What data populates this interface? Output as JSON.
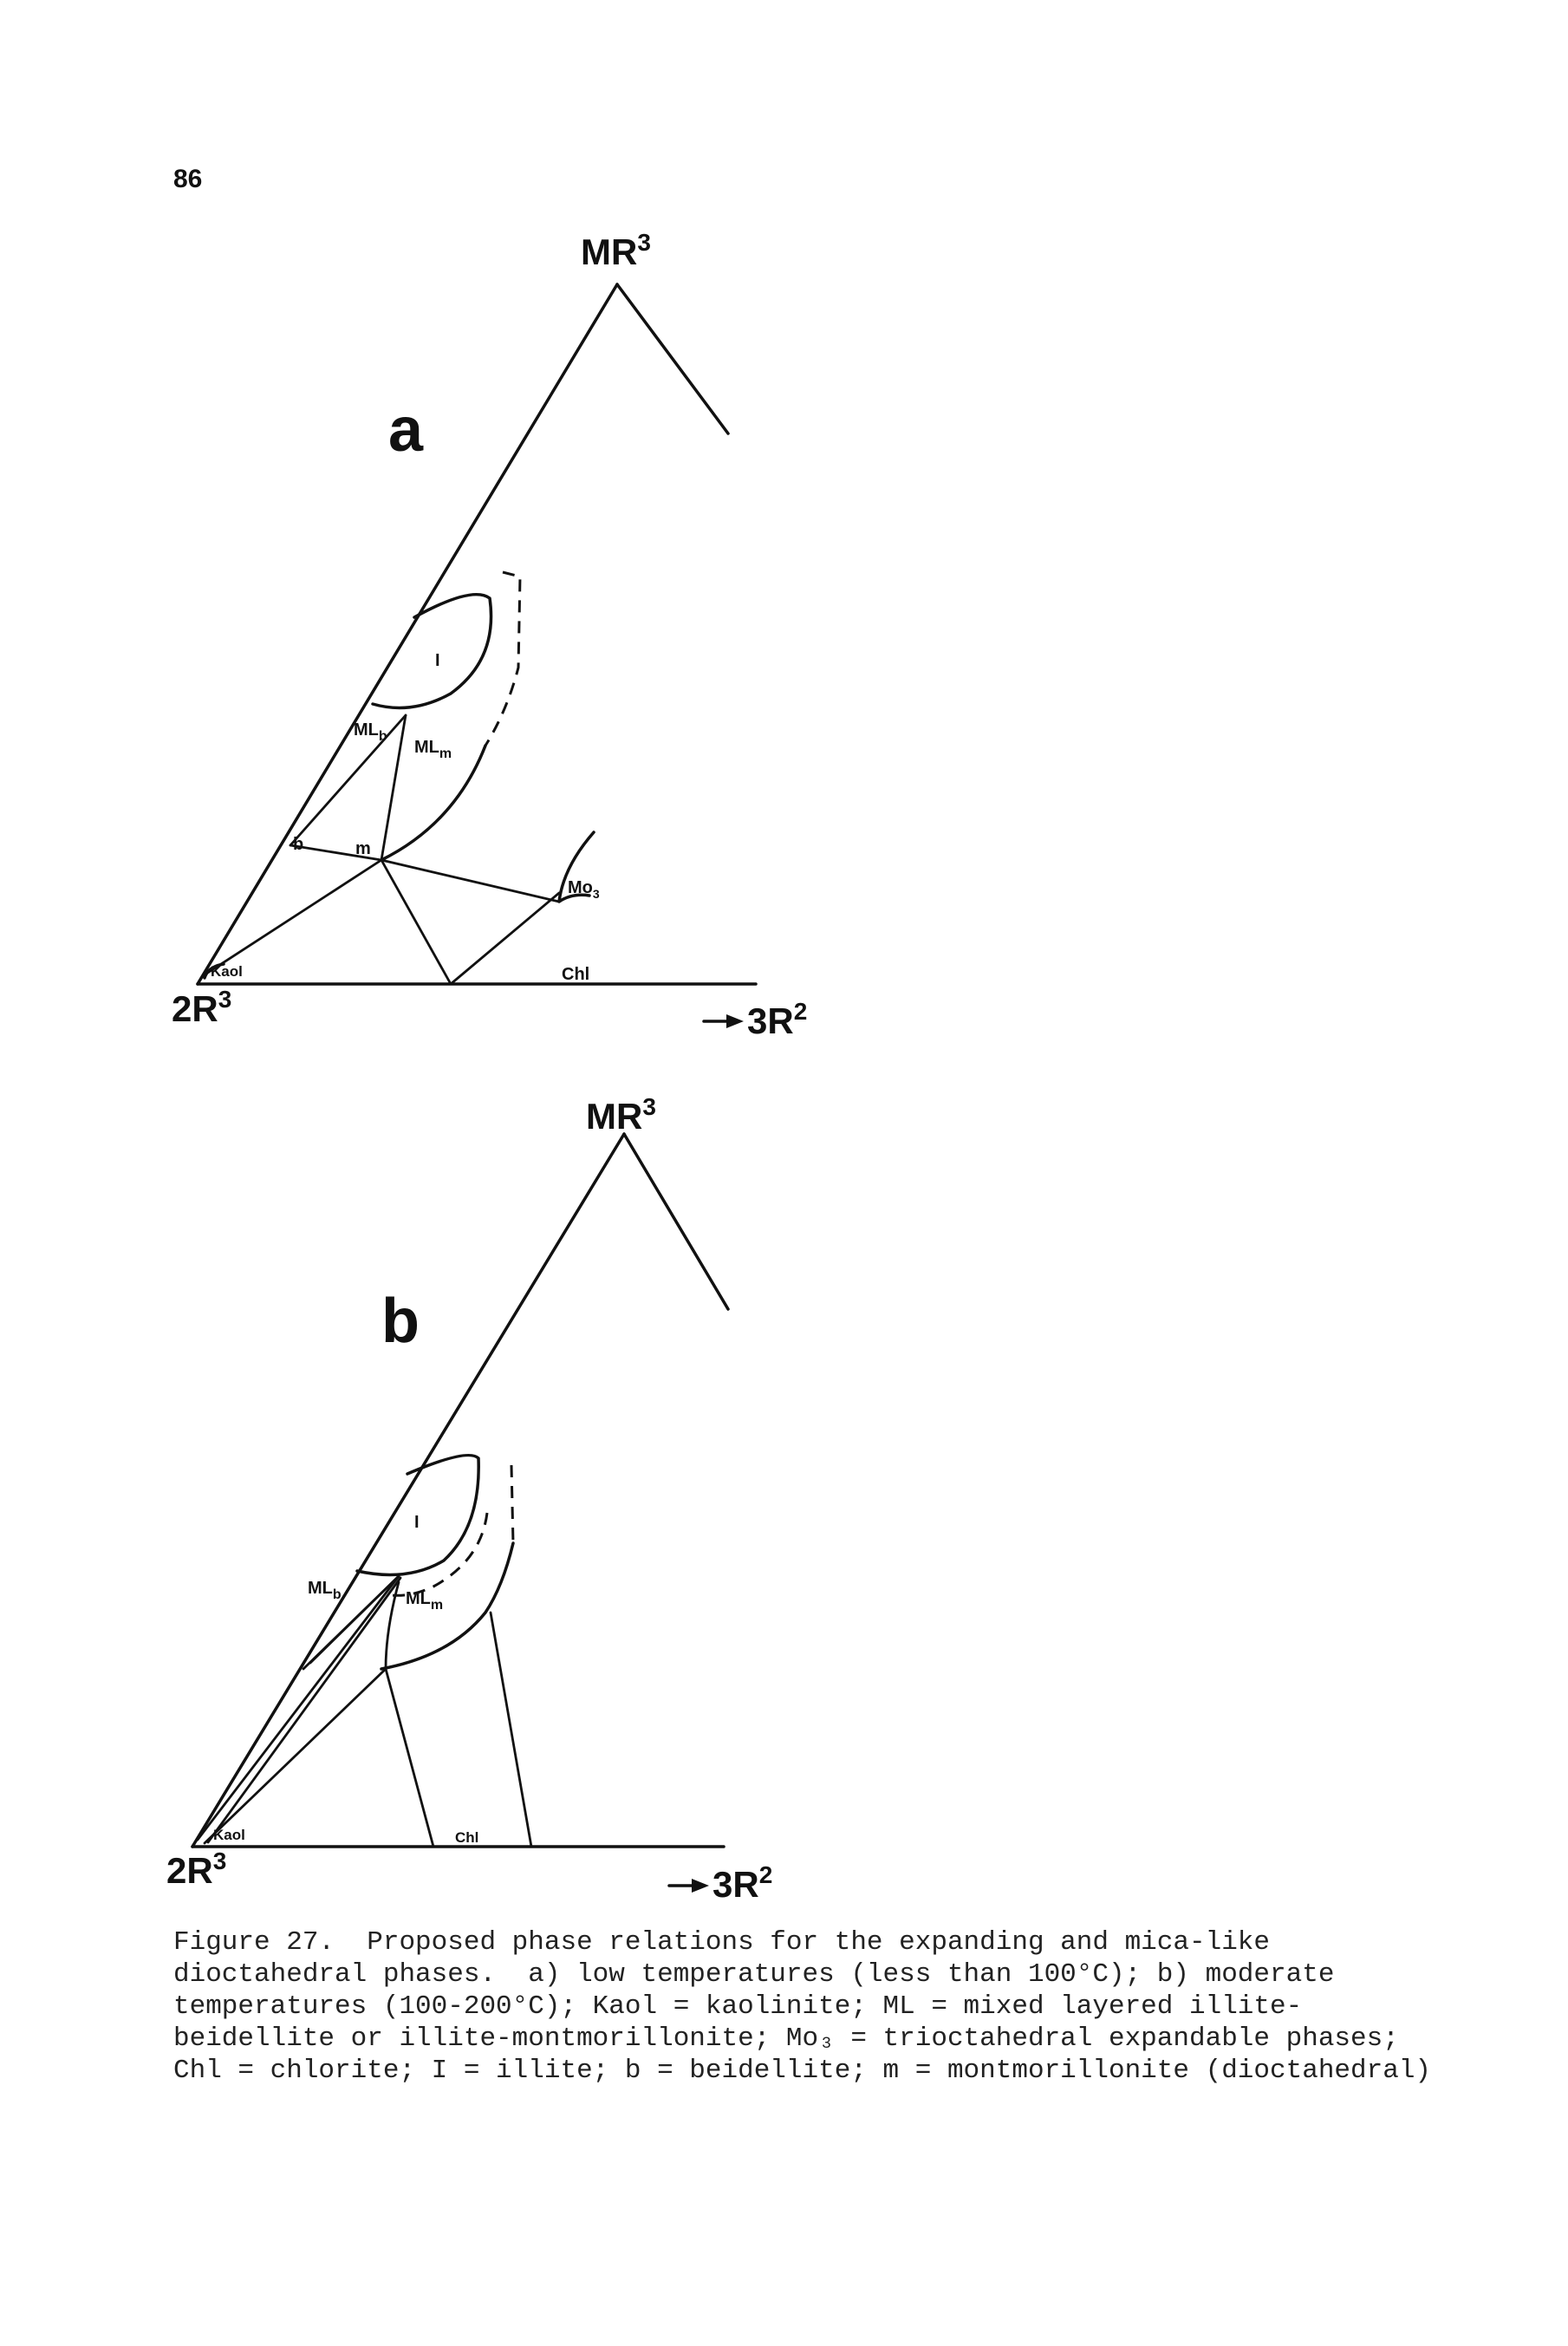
{
  "page": {
    "number": "86"
  },
  "diagram_a": {
    "panel_label": "a",
    "apex": "MR",
    "apex_sup": "3",
    "left_vertex": "2R",
    "left_sup": "3",
    "right_axis": "3R",
    "right_sup": "2",
    "labels": {
      "illite": "I",
      "ml_b": "ML",
      "ml_b_sub": "b",
      "ml_m": "ML",
      "ml_m_sub": "m",
      "b": "b",
      "m": "m",
      "mo3": "Mo",
      "mo3_sub": "3",
      "kaol": "Kaol",
      "chl": "Chl"
    }
  },
  "diagram_b": {
    "panel_label": "b",
    "apex": "MR",
    "apex_sup": "3",
    "left_vertex": "2R",
    "left_sup": "3",
    "right_axis": "3R",
    "right_sup": "2",
    "labels": {
      "illite": "I",
      "ml_b": "ML",
      "ml_b_sub": "b",
      "ml_m": "ML",
      "ml_m_sub": "m",
      "kaol": "Kaol",
      "chl": "Chl"
    }
  },
  "caption": {
    "lines": [
      "Figure 27.  Proposed phase relations for the expanding and mica-like",
      "dioctahedral phases.  a) low temperatures (less than 100°C); b) moderate",
      "temperatures (100-200°C); Kaol = kaolinite; ML = mixed layered illite-",
      "beidellite or illite-montmorillonite; Mo₃ = trioctahedral expandable phases;",
      "Chl = chlorite; I = illite; b = beidellite; m = montmorillonite (dioctahedral)"
    ]
  }
}
